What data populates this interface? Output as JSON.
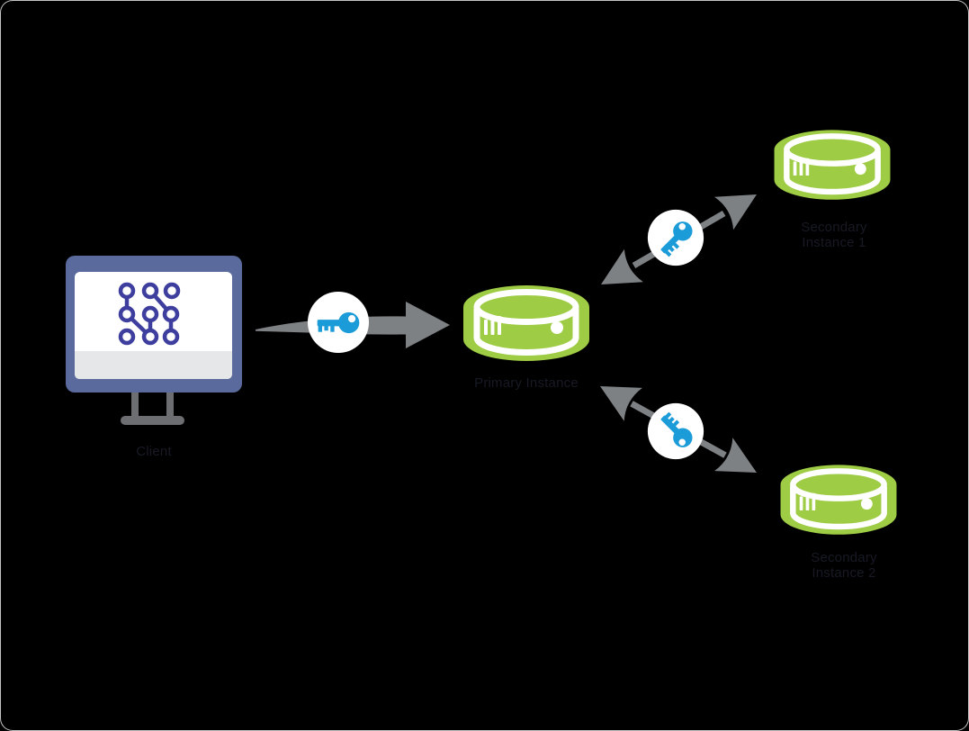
{
  "diagram": {
    "title": "encrypted-connections-topology",
    "background": "#000000",
    "frame_border": "#e8e8e8",
    "nodes": {
      "client": {
        "label": "Client",
        "icon": "monitor-with-commit-graph"
      },
      "primary": {
        "label": "Primary Instance",
        "icon": "database-cylinder"
      },
      "secondary_top": {
        "label_line1": "Secondary",
        "label_line2": "Instance 1",
        "icon": "database-cylinder"
      },
      "secondary_bottom": {
        "label_line1": "Secondary",
        "label_line2": "Instance 2",
        "icon": "database-cylinder"
      }
    },
    "connections": [
      {
        "from": "client",
        "to": "primary",
        "direction": "one-way",
        "badge": "key-icon"
      },
      {
        "from": "primary",
        "to": "secondary_top",
        "direction": "two-way",
        "badge": "key-icon"
      },
      {
        "from": "primary",
        "to": "secondary_bottom",
        "direction": "two-way",
        "badge": "key-icon"
      }
    ],
    "colors": {
      "database_green": "#9ECC44",
      "key_blue": "#1B9CD8",
      "arrow_gray": "#7E8184",
      "monitor_frame_blue": "#5A6A9C",
      "monitor_screen_white": "#FFFFFF",
      "monitor_strip_gray": "#E6E7E8",
      "graph_indigo": "#3D3E9E",
      "stand_gray": "#6D6E71",
      "key_badge_bg": "#FFFFFF",
      "label_text": "#171A24"
    }
  }
}
